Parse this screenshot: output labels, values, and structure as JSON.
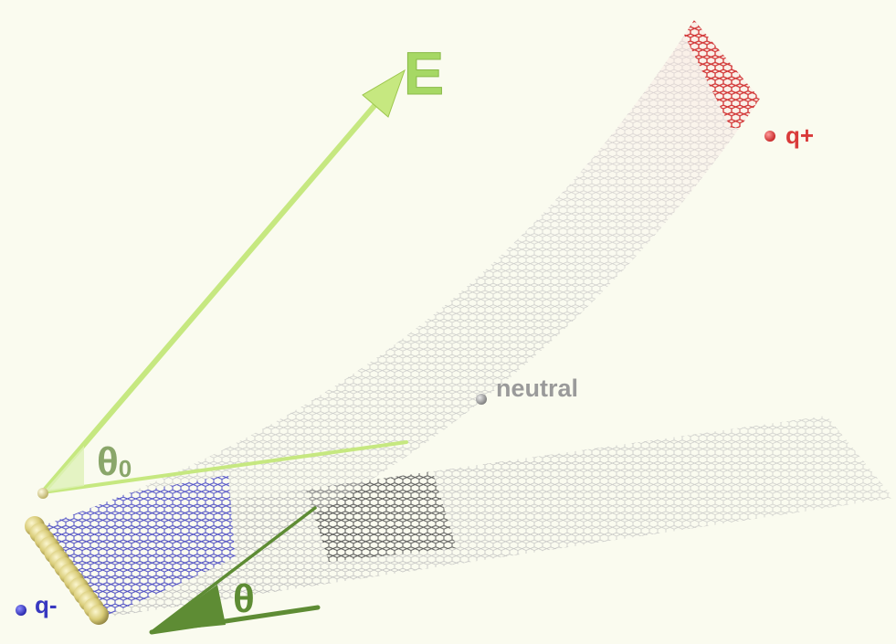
{
  "labels": {
    "field": "E",
    "theta0_symbol": "θ",
    "theta0_subscript": "0",
    "theta_symbol": "θ",
    "q_plus": "q+",
    "q_minus": "q-",
    "neutral": "neutral"
  },
  "colors": {
    "background": "#fafbef",
    "field_arrow": "#c6e880",
    "field_arrow_dark": "#9cc64c",
    "angle_arrow": "#5e8c34",
    "positive_charge": "#d93a3a",
    "negative_charge": "#3838c0",
    "neutral_charge": "#9a9a9a",
    "lattice_neutral": "#b9b9b9",
    "lattice_dark": "#4a4a4a",
    "electrode": "#d8cb78"
  },
  "icons": {
    "q_plus_marker": "red-sphere",
    "q_minus_marker": "blue-sphere",
    "neutral_marker": "grey-sphere",
    "electrode": "gold-sphere-chain"
  }
}
